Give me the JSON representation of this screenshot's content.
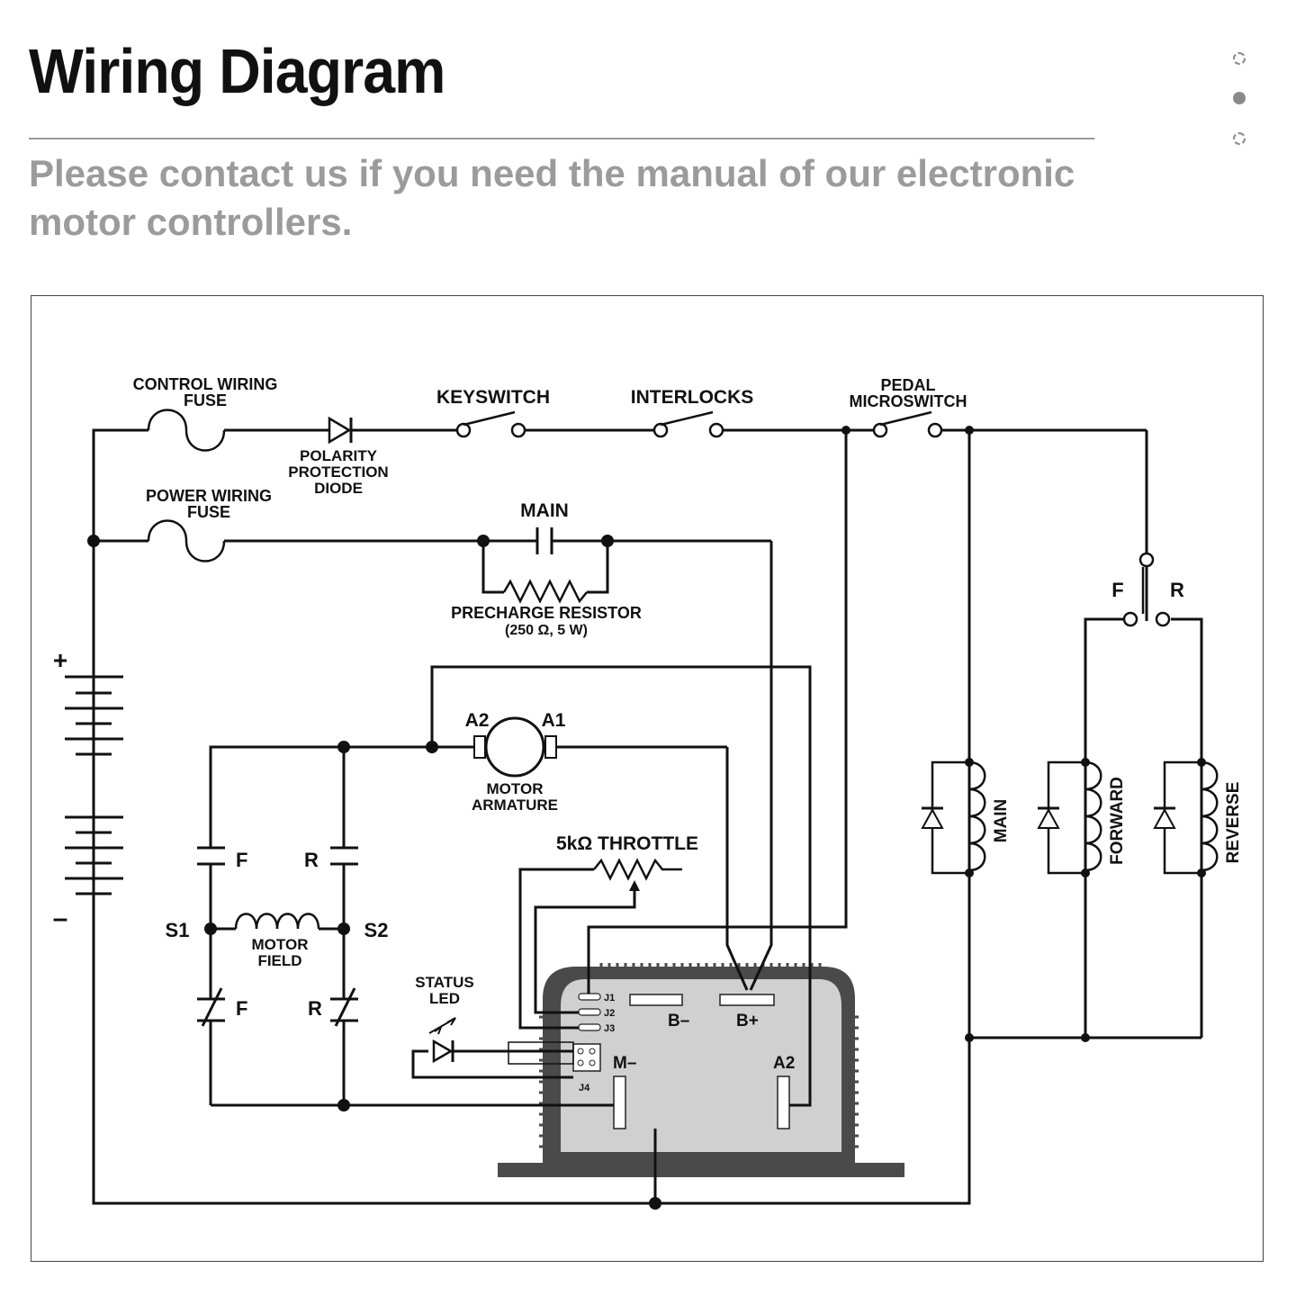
{
  "page": {
    "title": "Wiring Diagram",
    "subtitle": "Please contact us if you need the manual of our electronic motor controllers."
  },
  "pager": {
    "dots": [
      {
        "state": "inactive"
      },
      {
        "state": "active"
      },
      {
        "state": "inactive"
      }
    ]
  },
  "diagram": {
    "labels": {
      "control_fuse_1": "CONTROL WIRING",
      "control_fuse_2": "FUSE",
      "keyswitch": "KEYSWITCH",
      "interlocks": "INTERLOCKS",
      "pedal_1": "PEDAL",
      "pedal_2": "MICROSWITCH",
      "polarity_1": "POLARITY",
      "polarity_2": "PROTECTION",
      "polarity_3": "DIODE",
      "power_fuse_1": "POWER WIRING",
      "power_fuse_2": "FUSE",
      "main_contactor": "MAIN",
      "precharge_1": "PRECHARGE RESISTOR",
      "precharge_2": "(250 Ω, 5 W)",
      "battery_plus": "+",
      "battery_minus": "–",
      "a2": "A2",
      "a1": "A1",
      "armature_1": "MOTOR",
      "armature_2": "ARMATURE",
      "throttle": "5kΩ THROTTLE",
      "f_top": "F",
      "r_top": "R",
      "s1": "S1",
      "s2": "S2",
      "field_1": "MOTOR",
      "field_2": "FIELD",
      "f_bottom": "F",
      "r_bottom": "R",
      "status_1": "STATUS",
      "status_2": "LED",
      "j1": "J1",
      "j2": "J2",
      "j3": "J3",
      "j4": "J4",
      "b_minus": "B–",
      "b_plus": "B+",
      "m_minus": "M–",
      "a2_ctrl": "A2",
      "sw_f": "F",
      "sw_r": "R",
      "coil_main": "MAIN",
      "coil_forward": "FORWARD",
      "coil_reverse": "REVERSE"
    }
  }
}
